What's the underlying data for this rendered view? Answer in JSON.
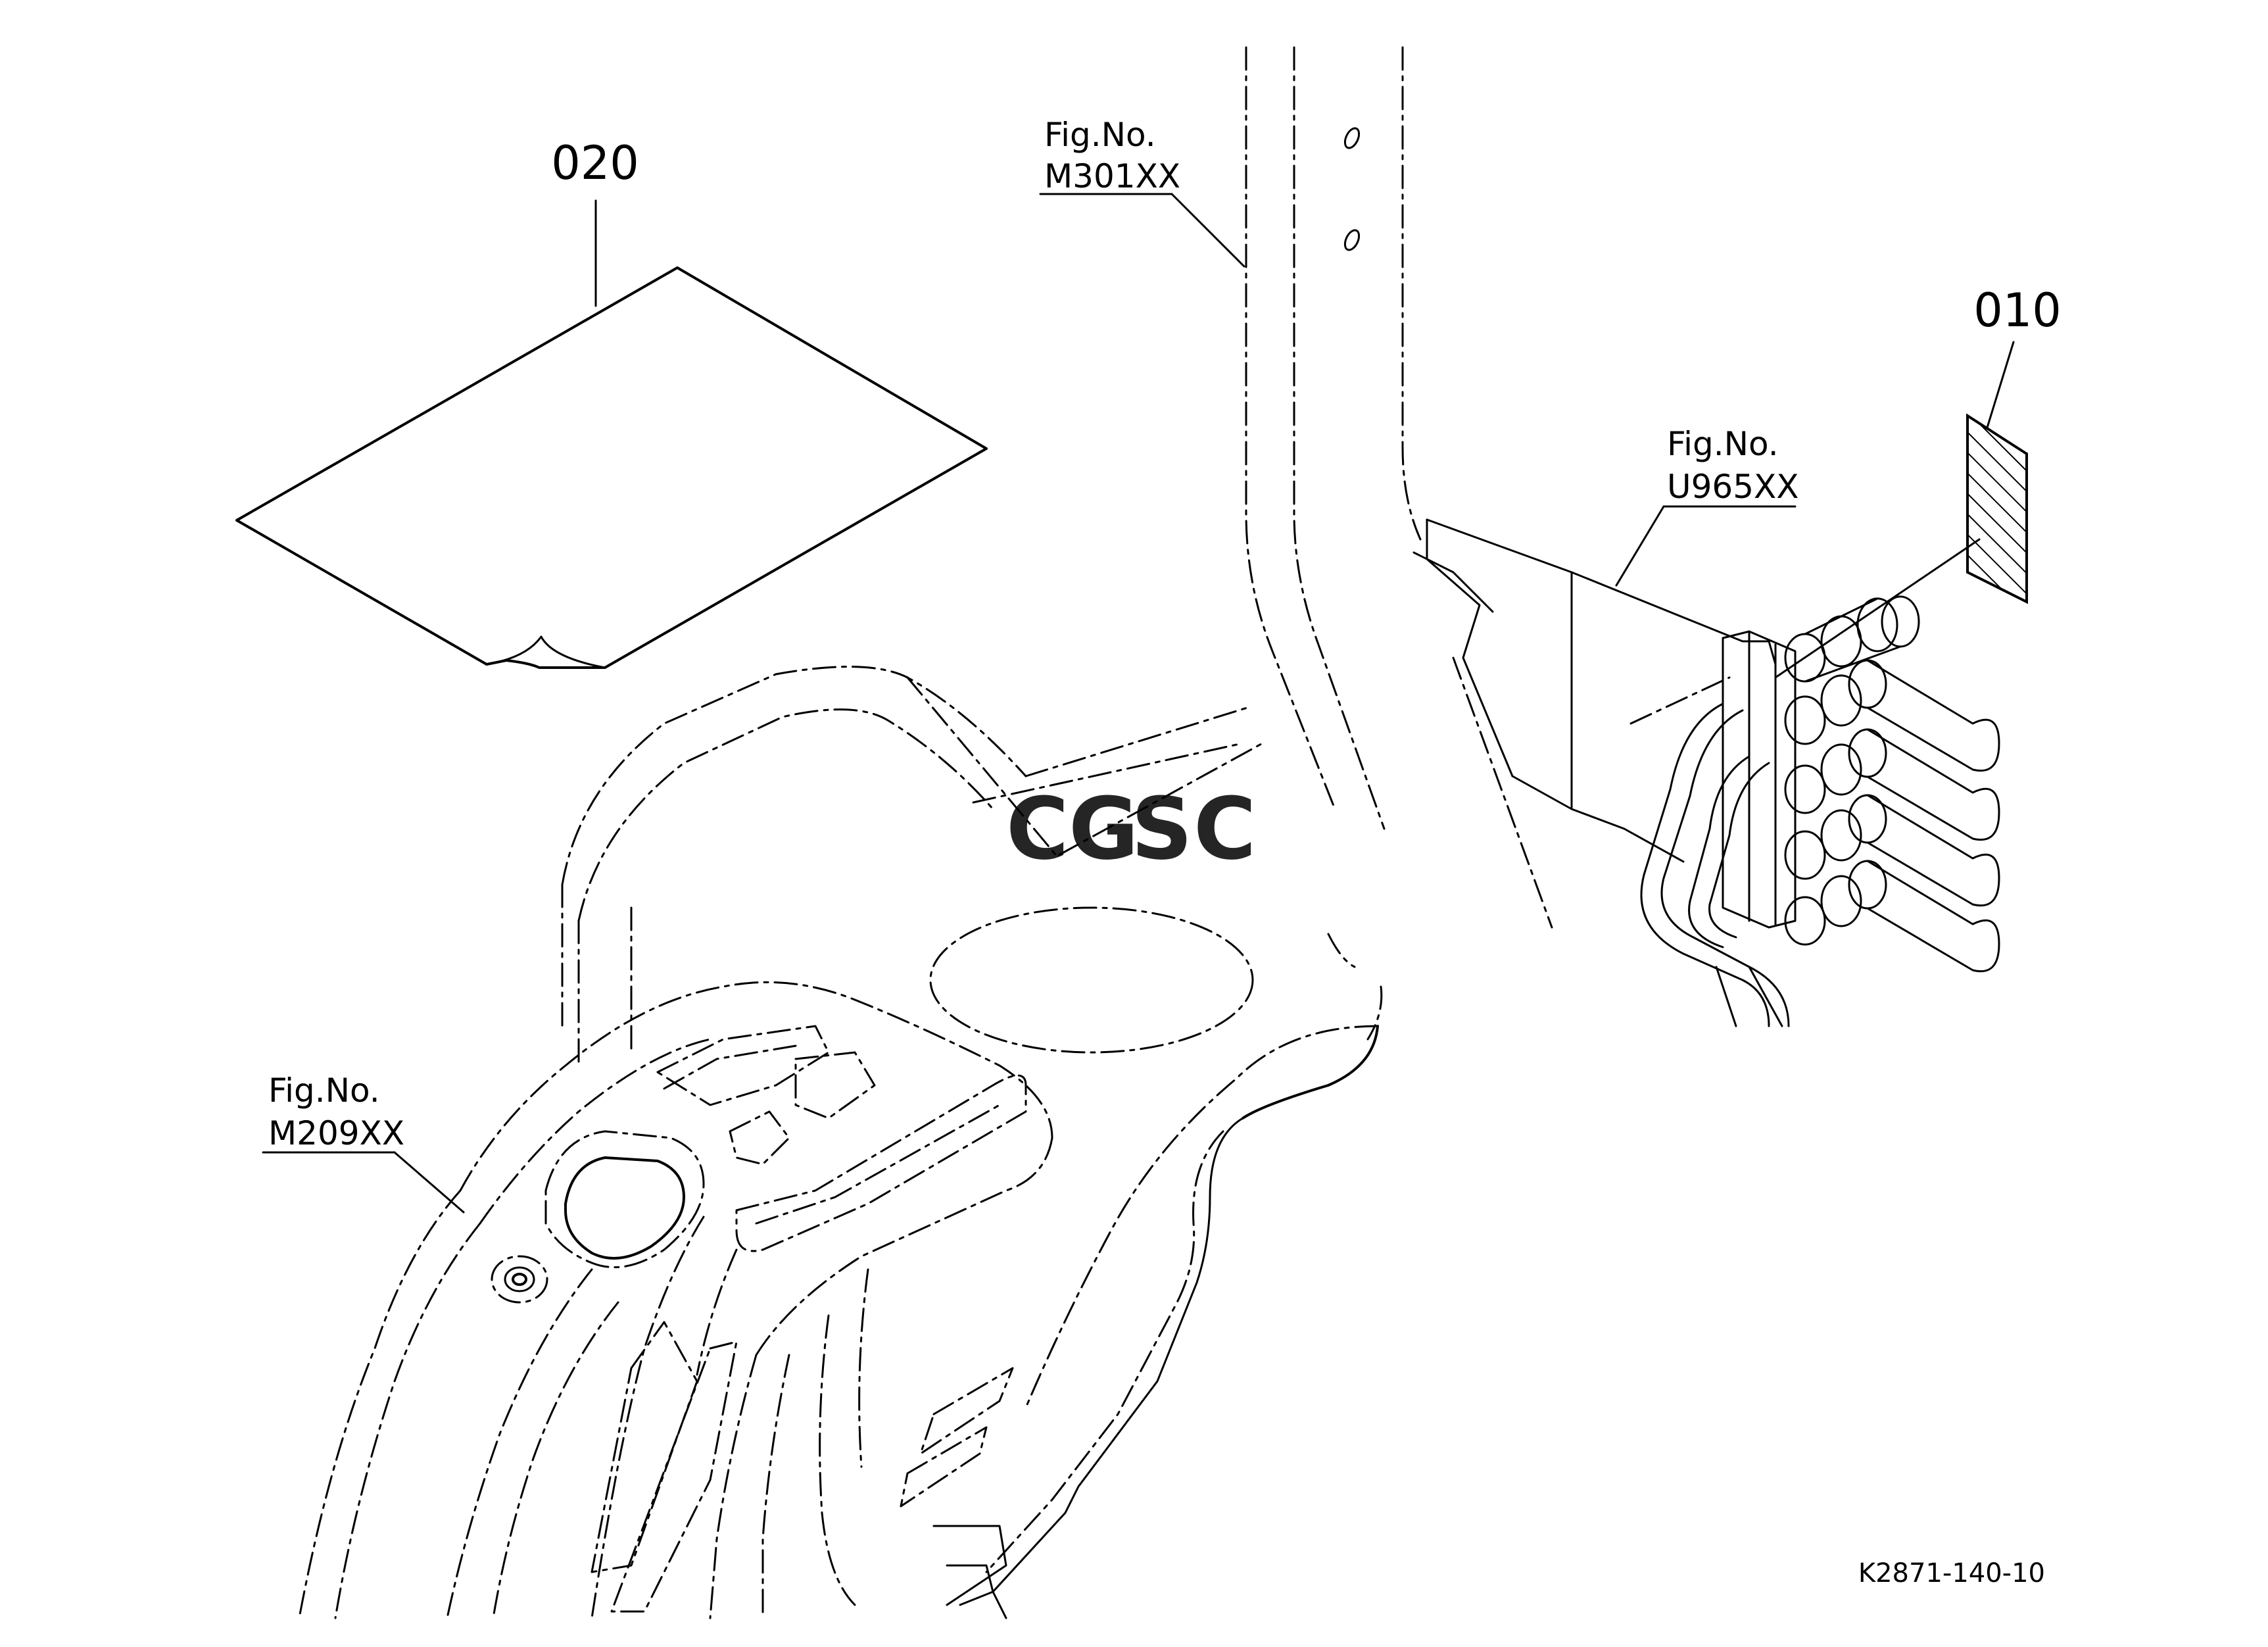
{
  "callouts": {
    "part_020": "020",
    "part_010": "010"
  },
  "figure_refs": {
    "cab": {
      "line1": "Fig.No.",
      "line2": "M301XX"
    },
    "valve": {
      "line1": "Fig.No.",
      "line2": "U965XX"
    },
    "fender": {
      "line1": "Fig.No.",
      "line2": "M209XX"
    }
  },
  "watermark": {
    "text": "CGSC",
    "colors": [
      "#4a86e8",
      "#ea6b66",
      "#f6c85f",
      "#6bbf9a"
    ]
  },
  "drawing_code": "K2871-140-10"
}
